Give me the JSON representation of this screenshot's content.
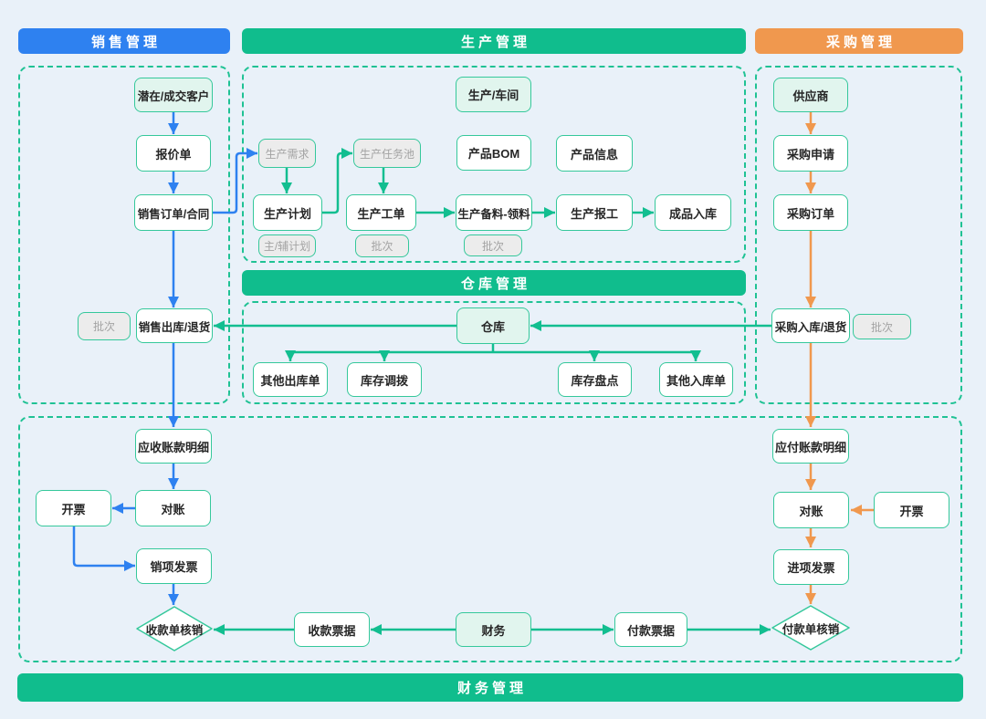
{
  "headers": {
    "sales": "销售管理",
    "production": "生产管理",
    "purchase": "采购管理",
    "warehouse": "仓库管理",
    "finance": "财务管理"
  },
  "colors": {
    "sales_blue": "#2E81F0",
    "section_green": "#10BD8D",
    "purchase_orange": "#F0984E",
    "node_border_green": "#35C89B",
    "dashed_container_green": "#1FC294",
    "teal_node_fill": "#E1F5EE",
    "gray_node_fill": "#ECECEC",
    "gray_node_text": "#A3A3A3",
    "background": "#E9F1F9"
  },
  "nodes": {
    "customer": "潜在/成交客户",
    "quotation": "报价单",
    "sales_order": "销售订单/合同",
    "sales_batch": "批次",
    "sales_outbound": "销售出库/退货",
    "receivable_detail": "应收账款明细",
    "invoice_left": "开票",
    "reconcile_left": "对账",
    "output_invoice": "销项发票",
    "receipt_writeoff": "收款单核销",
    "workshop": "生产/车间",
    "prod_demand": "生产需求",
    "prod_task_pool": "生产任务池",
    "product_bom": "产品BOM",
    "product_info": "产品信息",
    "prod_plan": "生产计划",
    "prod_workorder": "生产工单",
    "prod_material": "生产备料-领料",
    "prod_report": "生产报工",
    "finished_inbound": "成品入库",
    "main_aux_plan": "主/辅计划",
    "wo_batch": "批次",
    "material_batch": "批次",
    "warehouse": "仓库",
    "other_outbound": "其他出库单",
    "stock_transfer": "库存调拨",
    "stock_count": "库存盘点",
    "other_inbound": "其他入库单",
    "supplier": "供应商",
    "purchase_request": "采购申请",
    "purchase_order": "采购订单",
    "purchase_inbound": "采购入库/退货",
    "purchase_batch": "批次",
    "payable_detail": "应付账款明细",
    "reconcile_right": "对账",
    "invoice_right": "开票",
    "input_invoice": "进项发票",
    "payment_writeoff": "付款单核销",
    "receipt_note": "收款票据",
    "finance_node": "财务",
    "payment_note": "付款票据"
  },
  "edges": [
    {
      "from": "customer",
      "to": "quotation",
      "color": "blue"
    },
    {
      "from": "quotation",
      "to": "sales_order",
      "color": "blue"
    },
    {
      "from": "sales_order",
      "to": "prod_demand",
      "color": "blue"
    },
    {
      "from": "sales_order",
      "to": "sales_outbound",
      "color": "blue"
    },
    {
      "from": "sales_outbound",
      "to": "receivable_detail",
      "color": "blue"
    },
    {
      "from": "receivable_detail",
      "to": "reconcile_left",
      "color": "blue"
    },
    {
      "from": "reconcile_left",
      "to": "invoice_left",
      "color": "blue"
    },
    {
      "from": "invoice_left",
      "to": "output_invoice",
      "color": "blue"
    },
    {
      "from": "output_invoice",
      "to": "receipt_writeoff",
      "color": "blue"
    },
    {
      "from": "prod_demand",
      "to": "prod_plan",
      "color": "green"
    },
    {
      "from": "prod_plan",
      "to": "prod_task_pool",
      "color": "green"
    },
    {
      "from": "prod_task_pool",
      "to": "prod_workorder",
      "color": "green"
    },
    {
      "from": "prod_workorder",
      "to": "prod_material",
      "color": "green"
    },
    {
      "from": "prod_material",
      "to": "prod_report",
      "color": "green"
    },
    {
      "from": "prod_report",
      "to": "finished_inbound",
      "color": "green"
    },
    {
      "from": "purchase_inbound",
      "to": "warehouse",
      "color": "green"
    },
    {
      "from": "warehouse",
      "to": "sales_outbound",
      "color": "green"
    },
    {
      "from": "warehouse",
      "to": "other_outbound",
      "color": "green"
    },
    {
      "from": "warehouse",
      "to": "stock_transfer",
      "color": "green"
    },
    {
      "from": "warehouse",
      "to": "stock_count",
      "color": "green"
    },
    {
      "from": "warehouse",
      "to": "other_inbound",
      "color": "green"
    },
    {
      "from": "finance_node",
      "to": "receipt_note",
      "color": "green"
    },
    {
      "from": "finance_node",
      "to": "payment_note",
      "color": "green"
    },
    {
      "from": "receipt_note",
      "to": "receipt_writeoff",
      "color": "green"
    },
    {
      "from": "payment_note",
      "to": "payment_writeoff",
      "color": "green"
    },
    {
      "from": "supplier",
      "to": "purchase_request",
      "color": "orange"
    },
    {
      "from": "purchase_request",
      "to": "purchase_order",
      "color": "orange"
    },
    {
      "from": "purchase_order",
      "to": "purchase_inbound",
      "color": "orange"
    },
    {
      "from": "purchase_inbound",
      "to": "payable_detail",
      "color": "orange"
    },
    {
      "from": "payable_detail",
      "to": "reconcile_right",
      "color": "orange"
    },
    {
      "from": "invoice_right",
      "to": "reconcile_right",
      "color": "orange"
    },
    {
      "from": "reconcile_right",
      "to": "input_invoice",
      "color": "orange"
    },
    {
      "from": "input_invoice",
      "to": "payment_writeoff",
      "color": "orange"
    }
  ]
}
